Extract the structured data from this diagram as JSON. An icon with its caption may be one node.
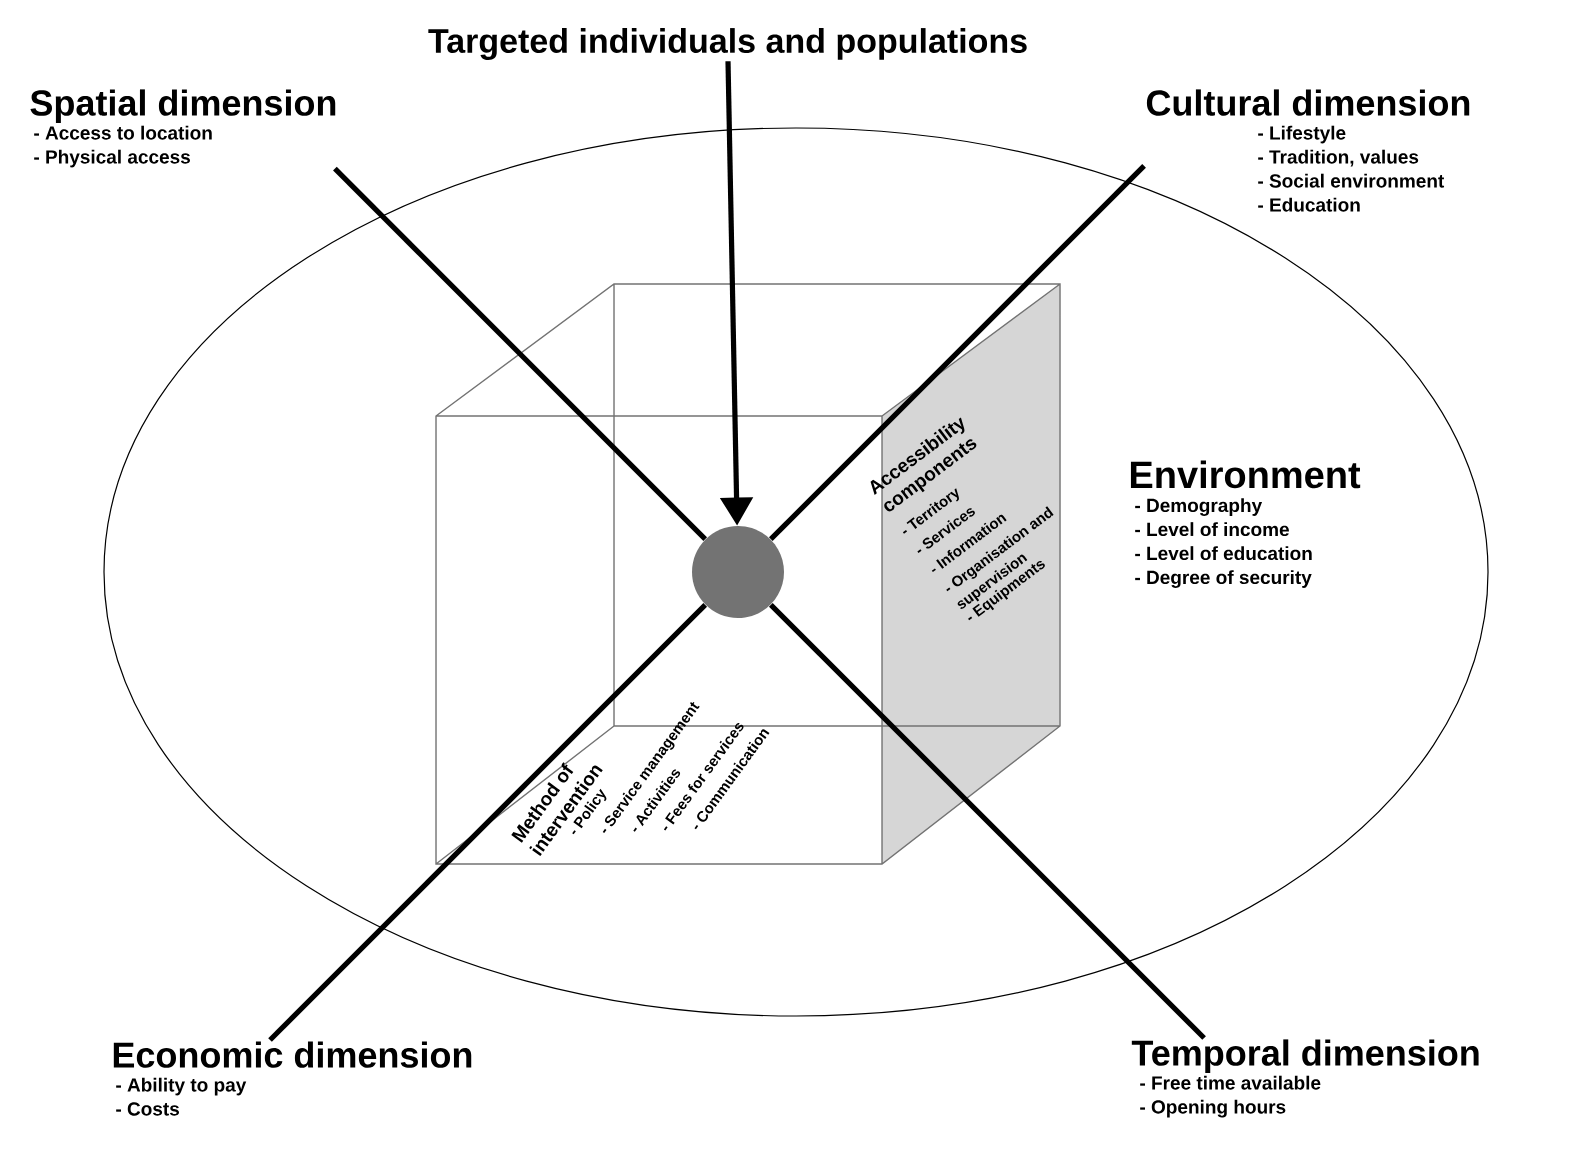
{
  "diagram": {
    "nodes": [
      {
        "text": [
          "Targeted individuals and populations"
        ]
      },
      {
        "text": [
          "Spatial dimension",
          "- Access to location",
          "- Physical access"
        ]
      },
      {
        "text": [
          "Cultural dimension",
          "- Lifestyle",
          "- Tradition, values",
          "- Social environment",
          "- Education"
        ]
      },
      {
        "text": [
          "Environment",
          "- Demography",
          "- Level of income",
          "- Level of education",
          "- Degree of security"
        ]
      },
      {
        "text": [],
        "shape": "box",
        "in": 3
      },
      {
        "text": [
          "Accessibility components",
          "- Territory",
          "- Services",
          "- Information",
          "- Organisation and supervision",
          "- Equipments"
        ],
        "in": 4
      },
      {
        "text": [
          "Method of intervention",
          "- Policy",
          "- Service management",
          "- Activities",
          "- Fees for services",
          "- Communication"
        ],
        "in": 4
      },
      {
        "text": [],
        "shape": "circle",
        "in": 4
      },
      {
        "text": [
          "Economic dimension",
          "- Ability to pay",
          "- Costs"
        ]
      },
      {
        "text": [
          "Temporal dimension",
          "- Free time available",
          "- Opening hours"
        ]
      }
    ],
    "edges": [
      {
        "from": 0,
        "to": 7,
        "arrow": "to"
      },
      {
        "from": 1,
        "to": 7,
        "arrow": "none"
      },
      {
        "from": 7,
        "to": 9,
        "arrow": "none"
      },
      {
        "from": 2,
        "to": 7,
        "arrow": "none"
      },
      {
        "from": 7,
        "to": 8,
        "arrow": "none"
      }
    ]
  }
}
